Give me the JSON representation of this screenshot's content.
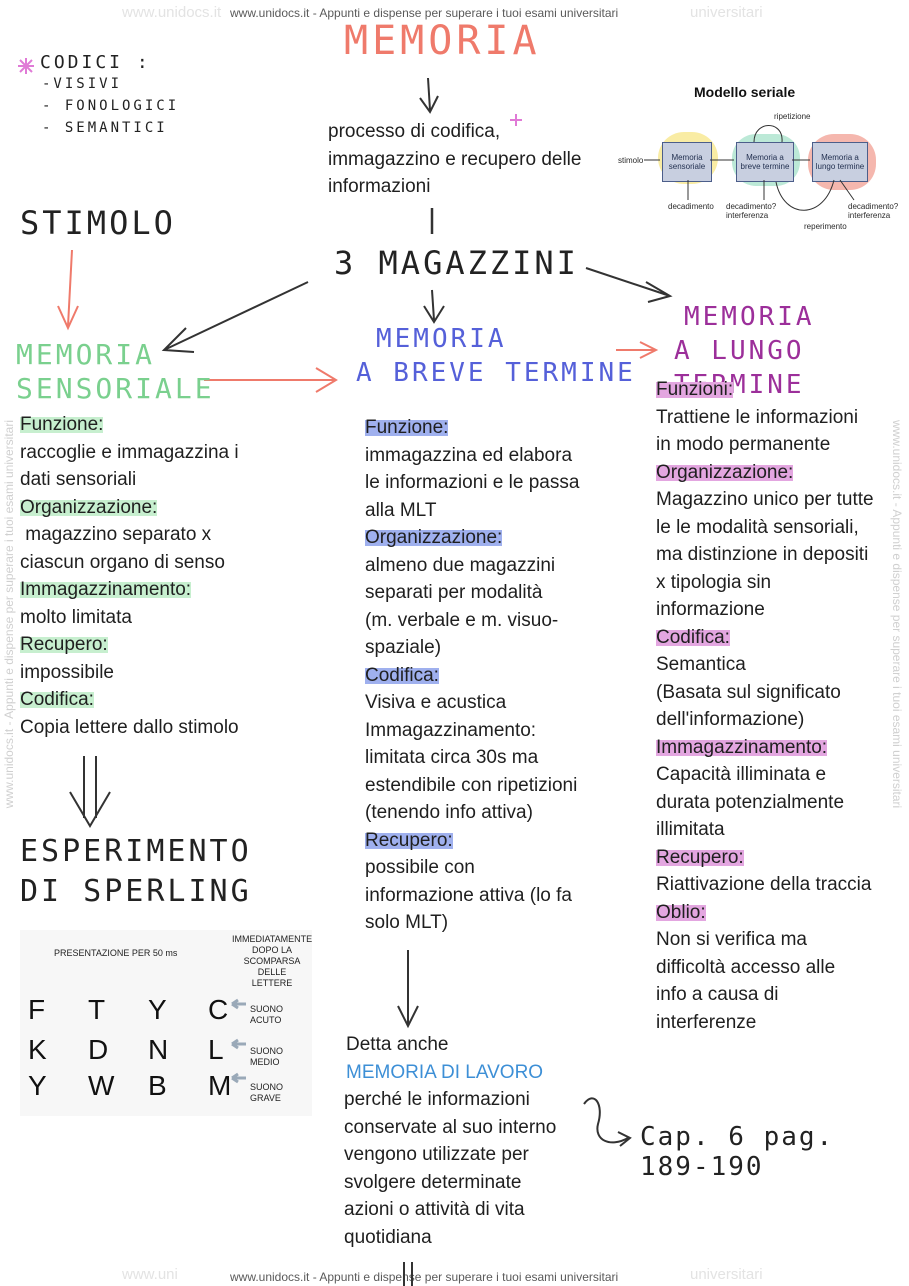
{
  "watermark": {
    "top": "www.unidocs.it - Appunti e dispense per superare i tuoi esami universitari",
    "bottom": "www.unidocs.it - Appunti e dispense per superare i tuoi esami universitari",
    "top_left_fade": "www.unidocs.it",
    "top_right_fade": "universitari",
    "bottom_left_fade": "www.uni",
    "bottom_right_fade": "universitari",
    "side_left": "www.unidocs.it - Appunti e dispense per superare i tuoi esami universitari",
    "side_right": "www.unidocs.it - Appunti e dispense per superare i tuoi esami universitari"
  },
  "title": "MEMORIA",
  "codici": {
    "title": "CODICI :",
    "items": [
      "-VISIVI",
      "- FONOLOGICI",
      "- SEMANTICI"
    ]
  },
  "definition": [
    "processo di codifica,",
    "immagazzino e recupero delle",
    "informazioni"
  ],
  "magazzini": "3 MAGAZZINI",
  "stimolo": "STIMOLO",
  "serial_model": {
    "title": "Modello seriale",
    "stimolo": "stimolo",
    "boxes": [
      "Memoria sensoriale",
      "Memoria a breve termine",
      "Memoria a lungo termine"
    ],
    "ripetizione": "ripetizione",
    "decadimento": "decadimento",
    "decadimento_interferenza": [
      "decadimento?",
      "interferenza"
    ],
    "decadimento_interferenza_2": [
      "decadimento?",
      "interferenza"
    ],
    "reperimento": "reperimento"
  },
  "sensoriale": {
    "heading": [
      "MEMORIA",
      "SENSORIALE"
    ],
    "funzione_label": "Funzione:",
    "funzione_text": [
      "raccoglie e immagazzina i",
      "dati sensoriali"
    ],
    "organizzazione_label": "Organizzazione:",
    "organizzazione_text": [
      " magazzino separato x",
      "ciascun organo di senso"
    ],
    "immagazzinamento_label": "Immagazzinamento:",
    "immagazzinamento_text": "molto limitata",
    "recupero_label": "Recupero:",
    "recupero_text": "impossibile",
    "codifica_label": "Codifica:",
    "codifica_text": "Copia lettere dallo stimolo"
  },
  "breve": {
    "heading": [
      "MEMORIA",
      "A BREVE TERMINE"
    ],
    "funzione_label": "Funzione:",
    "funzione_text": [
      "immagazzina ed elabora",
      "le informazioni e le passa",
      "alla MLT"
    ],
    "organizzazione_label": "Organizzazione:",
    "organizzazione_text": [
      "almeno due magazzini",
      "separati per modalità",
      "(m. verbale e m. visuo-",
      "spaziale)"
    ],
    "codifica_label": "Codifica:",
    "codifica_text": "Visiva e acustica",
    "immagazzinamento_label": "Immagazzinamento:",
    "immagazzinamento_text": [
      "limitata circa 30s ma",
      "estendibile con ripetizioni",
      "(tenendo info attiva)"
    ],
    "recupero_label": "Recupero:",
    "recupero_text": [
      "possibile con",
      "informazione attiva (lo fa",
      "solo MLT)"
    ],
    "lavoro_intro": "Detta anche",
    "lavoro_name": "MEMORIA DI LAVORO",
    "lavoro_text": [
      "perché le informazioni",
      "conservate al suo interno",
      "vengono utilizzate per",
      "svolgere determinate",
      "azioni o attività di vita",
      "quotidiana"
    ]
  },
  "lungo": {
    "heading": [
      "MEMORIA",
      "A LUNGO TERMINE"
    ],
    "funzioni_label": "Funzioni:",
    "funzioni_text": [
      "Trattiene le informazioni",
      "in modo permanente"
    ],
    "organizzazione_label": "Organizzazione:",
    "organizzazione_text": [
      "Magazzino unico per tutte",
      "le le modalità sensoriali,",
      "ma distinzione in depositi",
      "x tipologia sin",
      "informazione"
    ],
    "codifica_label": "Codifica:",
    "codifica_text": [
      "Semantica",
      "(Basata sul significato",
      "dell'informazione)"
    ],
    "immagazzinamento_label": "Immagazzinamento:",
    "immagazzinamento_text": [
      "Capacità illiminata e",
      "durata potenzialmente",
      "illimitata"
    ],
    "recupero_label": "Recupero:",
    "recupero_text": "Riattivazione della traccia",
    "oblio_label": "Oblio:",
    "oblio_text": [
      "Non si verifica ma",
      "difficoltà accesso alle",
      "info a causa di",
      "interferenze"
    ]
  },
  "sperling": {
    "heading": [
      "ESPERIMENTO",
      "DI SPERLING"
    ],
    "presentazione": "PRESENTAZIONE PER 50 ms",
    "immediatamente": [
      "IMMEDIATAMENTE",
      "DOPO LA",
      "SCOMPARSA DELLE",
      "LETTERE"
    ],
    "rows": [
      [
        "F",
        "T",
        "Y",
        "C"
      ],
      [
        "K",
        "D",
        "N",
        "L"
      ],
      [
        "Y",
        "W",
        "B",
        "M"
      ]
    ],
    "suoni": [
      "SUONO ACUTO",
      "SUONO MEDIO",
      "SUONO GRAVE"
    ]
  },
  "reference": "Cap. 6 pag. 189-190",
  "colors": {
    "title_red": "#ef7a6b",
    "green": "#7ad08e",
    "blue": "#5560d9",
    "purple": "#9c2f9a",
    "lavoro_blue": "#3d8fd6"
  }
}
